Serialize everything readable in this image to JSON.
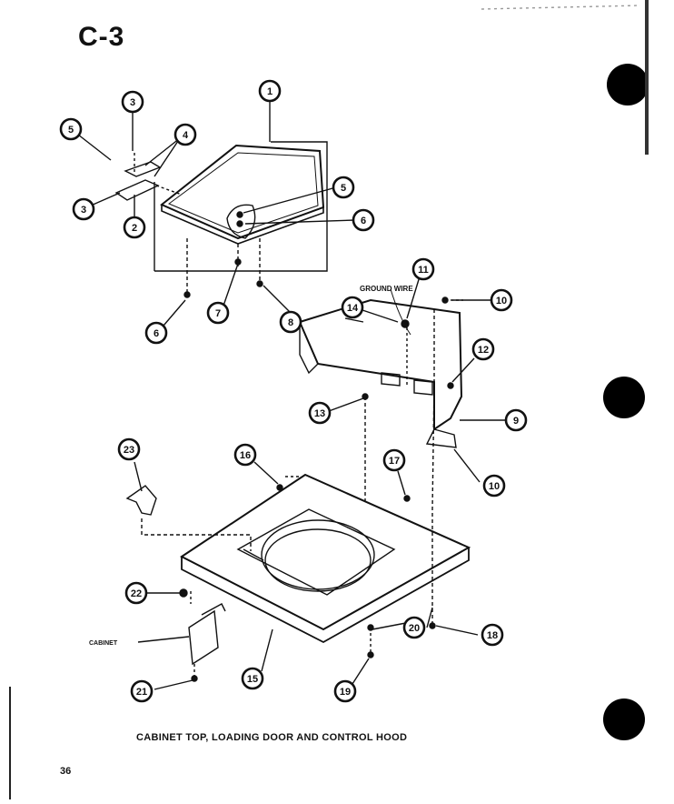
{
  "page": {
    "section_code": "C-3",
    "caption": "CABINET TOP, LOADING DOOR AND CONTROL HOOD",
    "page_number": "36"
  },
  "diagram": {
    "text_labels": {
      "ground_wire": "GROUND WIRE",
      "cabinet": "CABINET"
    },
    "callouts": [
      {
        "id": "c1",
        "text": "1"
      },
      {
        "id": "c3a",
        "text": "3"
      },
      {
        "id": "c4",
        "text": "4"
      },
      {
        "id": "c5a",
        "text": "5"
      },
      {
        "id": "c3b",
        "text": "3"
      },
      {
        "id": "c2",
        "text": "2"
      },
      {
        "id": "c5b",
        "text": "5"
      },
      {
        "id": "c6a",
        "text": "6"
      },
      {
        "id": "c6b",
        "text": "6"
      },
      {
        "id": "c7",
        "text": "7"
      },
      {
        "id": "c8",
        "text": "8"
      },
      {
        "id": "c11",
        "text": "11"
      },
      {
        "id": "c10a",
        "text": "10"
      },
      {
        "id": "c14",
        "text": "14"
      },
      {
        "id": "c12",
        "text": "12"
      },
      {
        "id": "c13",
        "text": "13"
      },
      {
        "id": "c9",
        "text": "9"
      },
      {
        "id": "c10b",
        "text": "10"
      },
      {
        "id": "c23",
        "text": "23"
      },
      {
        "id": "c16a",
        "text": "16"
      },
      {
        "id": "c17",
        "text": "17"
      },
      {
        "id": "c22",
        "text": "22"
      },
      {
        "id": "c18",
        "text": "18"
      },
      {
        "id": "c20",
        "text": "20"
      },
      {
        "id": "c21",
        "text": "21"
      },
      {
        "id": "c15",
        "text": "15"
      },
      {
        "id": "c19",
        "text": "19"
      }
    ]
  }
}
